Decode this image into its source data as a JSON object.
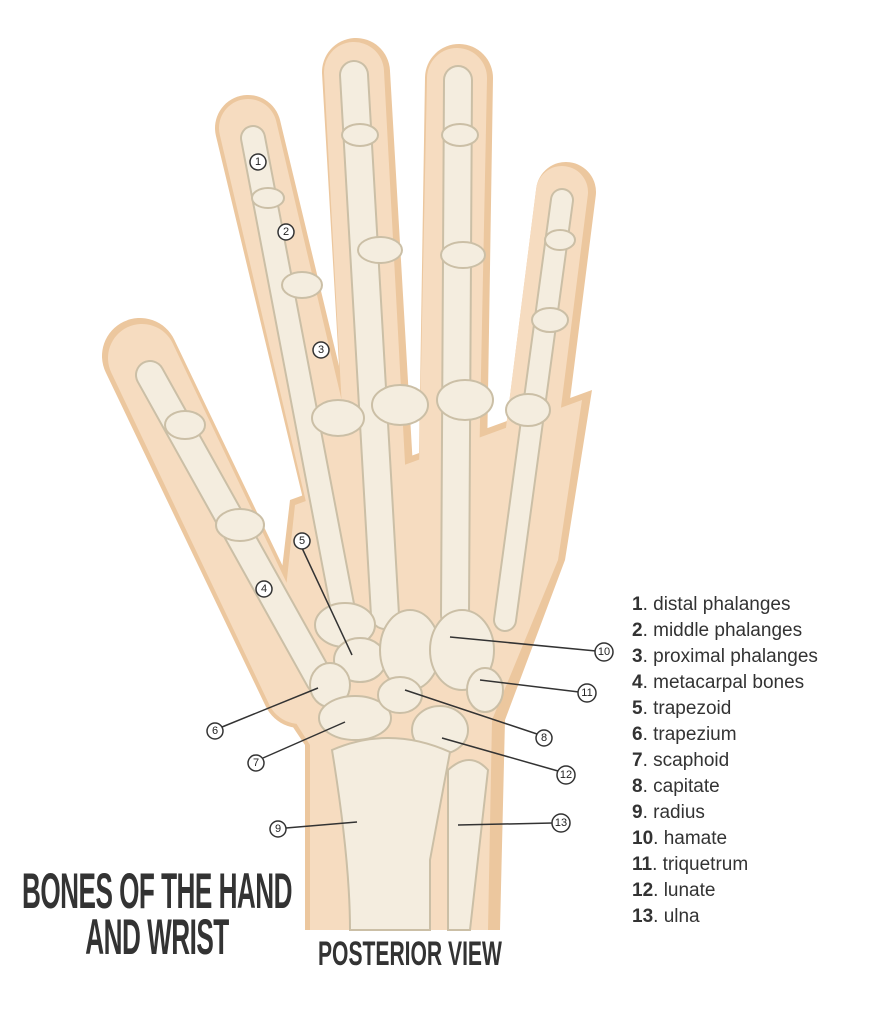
{
  "title": {
    "line1": "BONES OF THE HAND",
    "line2": "AND WRIST"
  },
  "subtitle": "POSTERIOR VIEW",
  "colors": {
    "skin": "#f6dcc0",
    "skin_shadow": "#ecc79e",
    "bone": "#f4eddf",
    "bone_outline": "#cbbfa6",
    "text": "#333333"
  },
  "callouts": [
    "1",
    "2",
    "3",
    "4",
    "5",
    "6",
    "7",
    "8",
    "9",
    "10",
    "11",
    "12",
    "13"
  ],
  "legend": [
    {
      "num": "1",
      "label": ".  distal phalanges"
    },
    {
      "num": "2",
      "label": ".  middle phalanges"
    },
    {
      "num": "3",
      "label": ".  proximal phalanges"
    },
    {
      "num": "4",
      "label": ".  metacarpal bones"
    },
    {
      "num": "5",
      "label": ".  trapezoid"
    },
    {
      "num": "6",
      "label": ".  trapezium"
    },
    {
      "num": "7",
      "label": ".  scaphoid"
    },
    {
      "num": "8",
      "label": ".  capitate"
    },
    {
      "num": "9",
      "label": ".  radius"
    },
    {
      "num": "10",
      "label": ". hamate"
    },
    {
      "num": "11",
      "label": ". triquetrum"
    },
    {
      "num": "12",
      "label": ". lunate"
    },
    {
      "num": "13",
      "label": ". ulna"
    }
  ]
}
